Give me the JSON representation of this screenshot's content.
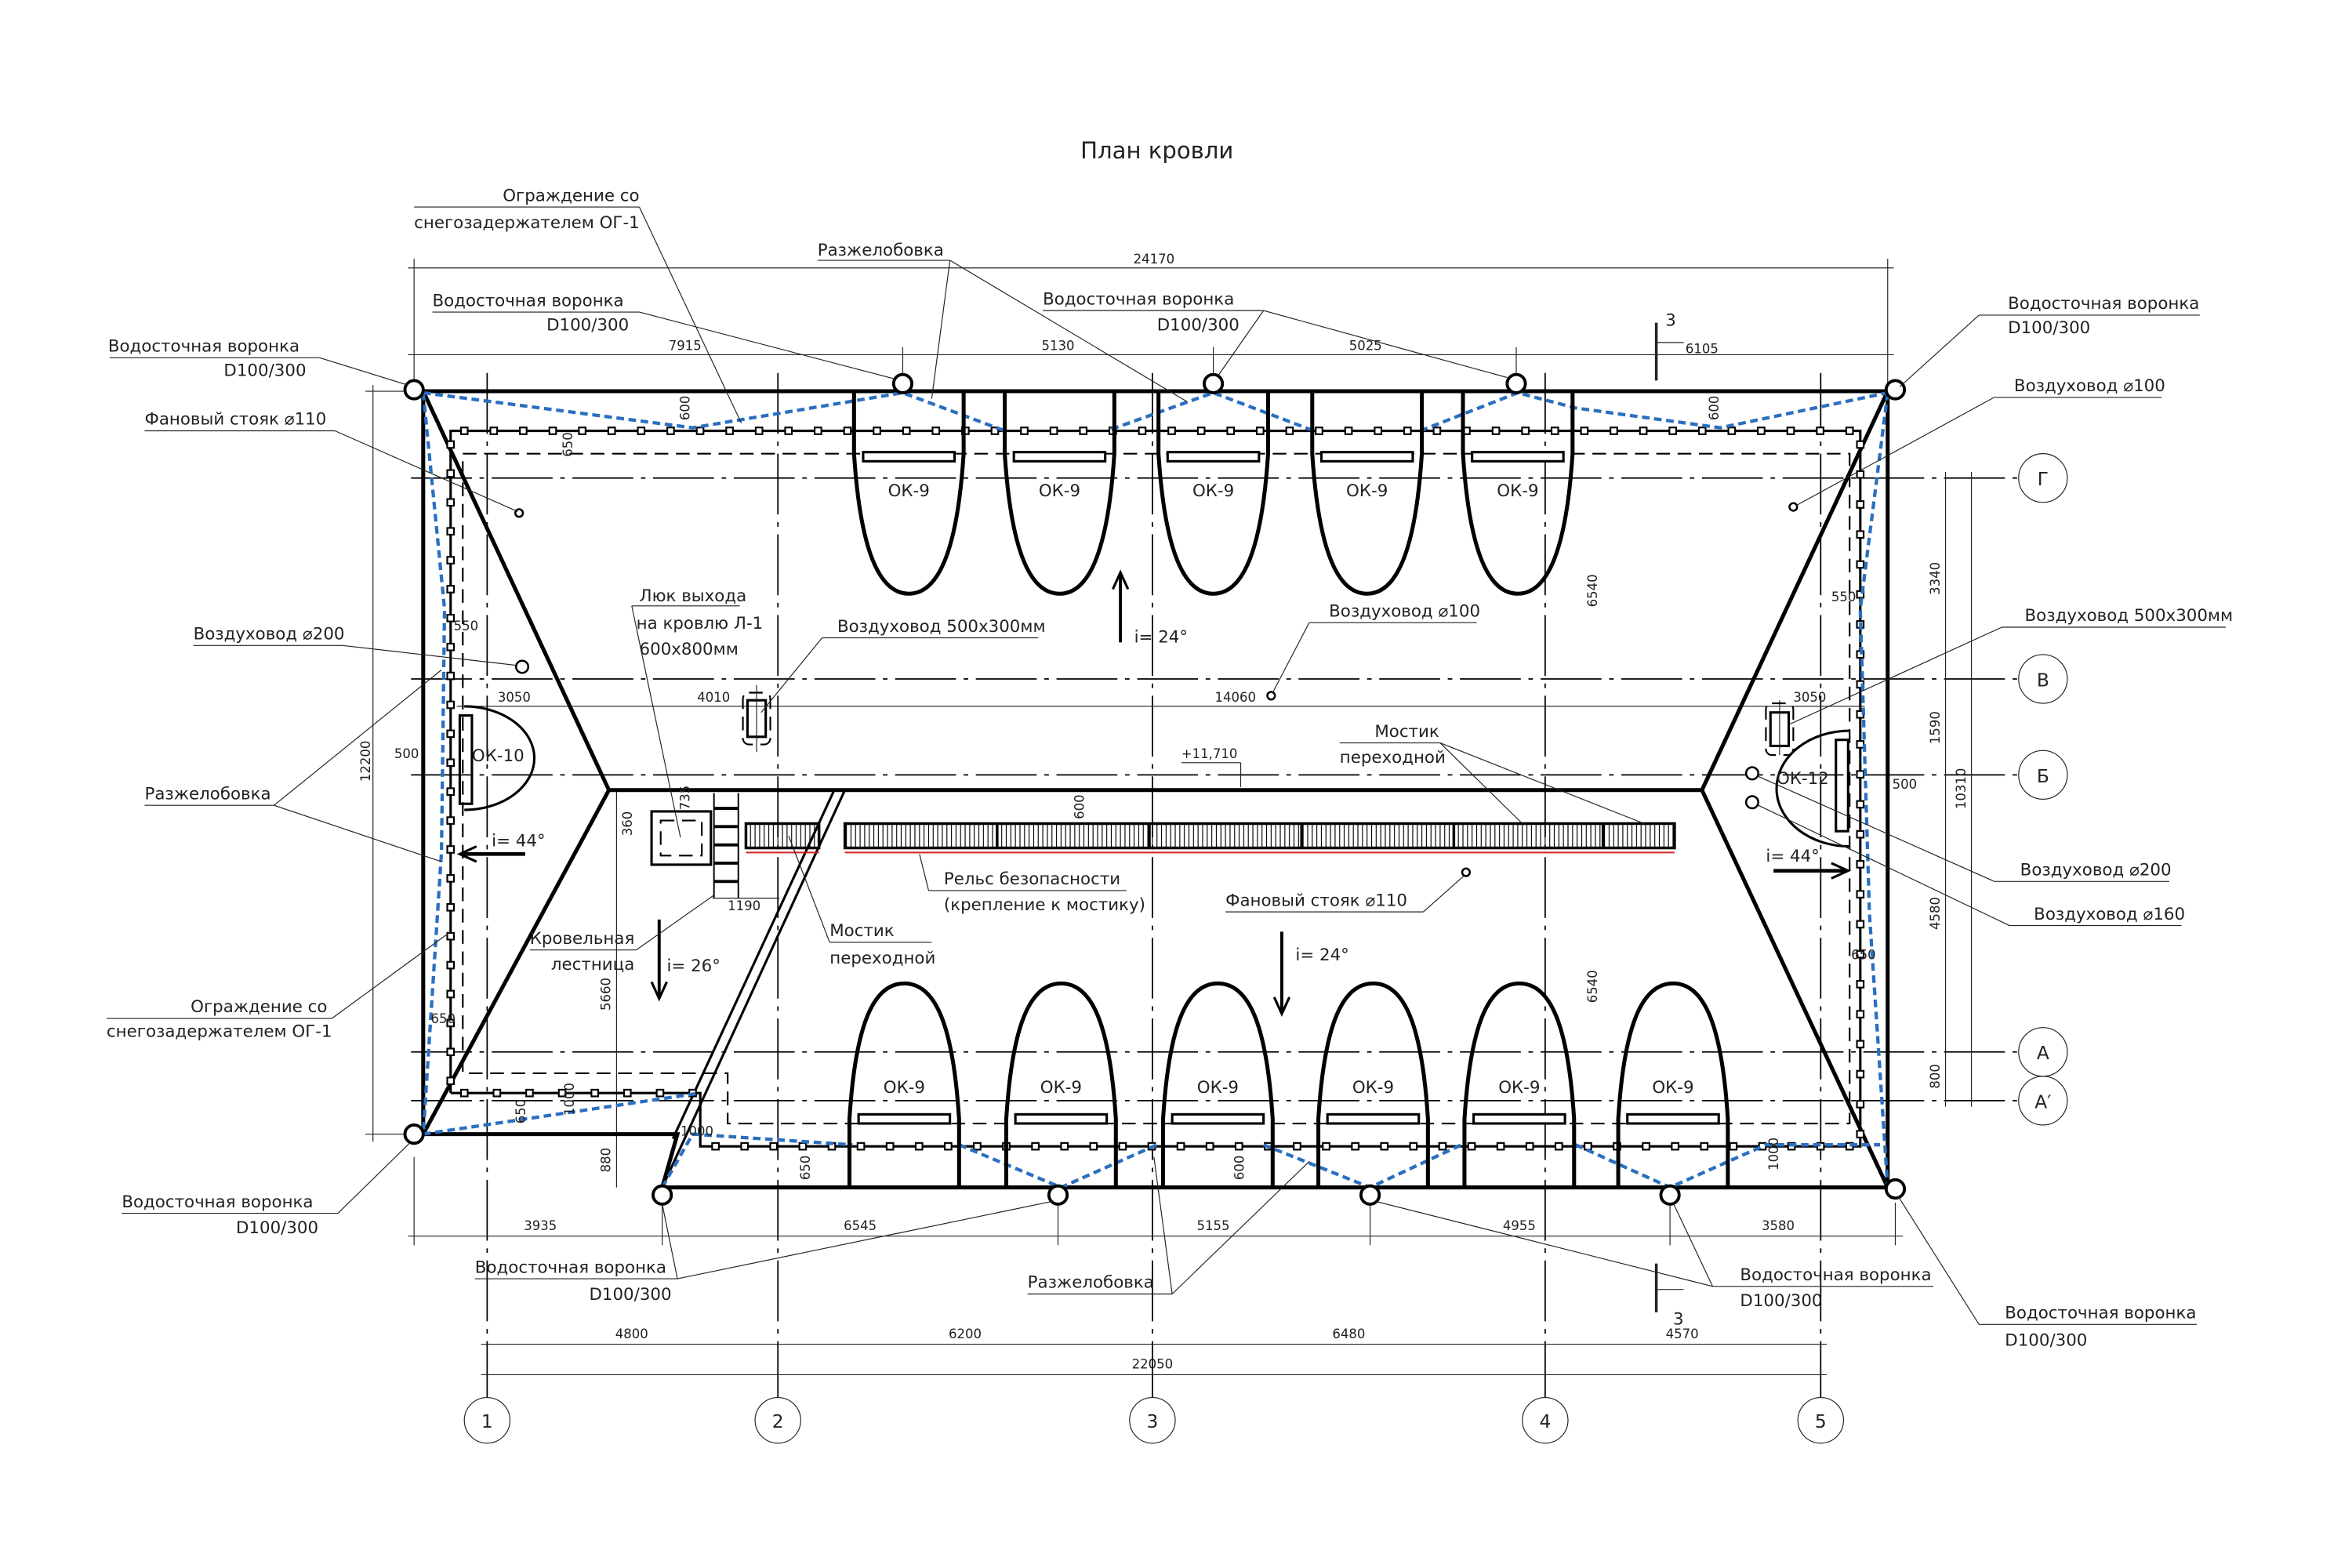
{
  "title": "План кровли",
  "callouts": {
    "guard_top": [
      "Ограждение со",
      "снегозадержателем ОГ-1"
    ],
    "guard_left": [
      "Ограждение со",
      "снегозадержателем ОГ-1"
    ],
    "valley_top": "Разжелобовка",
    "valley_left": "Разжелобовка",
    "valley_bottom": "Разжелобовка",
    "drain_top_1": [
      "Водосточная воронка",
      "D100/300"
    ],
    "drain_top_2": [
      "Водосточная воронка",
      "D100/300"
    ],
    "drain_top_left": [
      "Водосточная воронка",
      "D100/300"
    ],
    "drain_top_right": [
      "Водосточная воронка",
      "D100/300"
    ],
    "drain_bottom_left": [
      "Водосточная воронка",
      "D100/300"
    ],
    "drain_bottom_1": [
      "Водосточная воронка",
      "D100/300"
    ],
    "drain_bottom_2": [
      "Водосточная воронка",
      "D100/300"
    ],
    "drain_bottom_right": [
      "Водосточная воронка",
      "D100/300"
    ],
    "vent_stack_left": "Фановый стояк ⌀110",
    "vent_stack_center": "Фановый стояк ⌀110",
    "duct_200_left": "Воздуховод ⌀200",
    "duct_100_right": "Воздуховод ⌀100",
    "duct_rect_right": "Воздуховод 500х300мм",
    "duct_200_right": "Воздуховод ⌀200",
    "duct_160_right": "Воздуховод ⌀160",
    "hatch": [
      "Люк выхода",
      "на кровлю Л-1",
      "600х800мм"
    ],
    "duct_rect_center": "Воздуховод 500х300мм",
    "duct_100_center": "Воздуховод ⌀100",
    "bridge_right": [
      "Мостик",
      "переходной"
    ],
    "bridge_left": [
      "Мостик",
      "переходной"
    ],
    "rail": [
      "Рельс безопасности",
      "(крепление к мостику)"
    ],
    "ladder": [
      "Кровельная",
      "лестница"
    ],
    "elevation": "+11,710"
  },
  "slopes": [
    "i= 24°",
    "i= 24°",
    "i= 44°",
    "i= 26°",
    "i= 44°"
  ],
  "section_mark": "3",
  "axes": {
    "vertical": [
      "1",
      "2",
      "3",
      "4",
      "5"
    ],
    "horizontal": [
      "Г",
      "В",
      "Б",
      "А",
      "А′"
    ]
  },
  "windows": {
    "top": [
      "ОК-9",
      "ОК-9",
      "ОК-9",
      "ОК-9",
      "ОК-9"
    ],
    "bottom": [
      "ОК-9",
      "ОК-9",
      "ОК-9",
      "ОК-9",
      "ОК-9",
      "ОК-9"
    ],
    "left": "ОК-10",
    "right": "ОК-12"
  },
  "dims": [
    "24170",
    "7915",
    "5130",
    "5025",
    "6105",
    "3935",
    "6545",
    "5155",
    "4955",
    "3580",
    "4800",
    "6200",
    "6480",
    "4570",
    "22050",
    "12200",
    "3340",
    "1590",
    "4580",
    "800",
    "10310",
    "3050",
    "4010",
    "14060",
    "3050",
    "500",
    "500",
    "550",
    "550",
    "650",
    "650",
    "650",
    "600",
    "600",
    "600",
    "735",
    "360",
    "1190",
    "5660",
    "880",
    "650",
    "1000",
    "1000",
    "650",
    "600",
    "1000",
    "6540",
    "6540"
  ],
  "colors": {
    "gutter_lines": "#2a6fc0",
    "rail": "#d22020",
    "linework": "#000000"
  }
}
